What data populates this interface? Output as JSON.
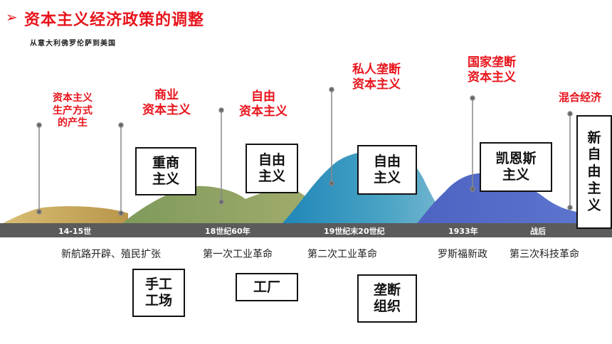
{
  "header": {
    "arrow": "➢",
    "title": "资本主义经济政策的调整",
    "subtitle": "从意大利佛罗伦萨到美国"
  },
  "stages": [
    {
      "label": "资本主义\n生产方式\n的产生"
    },
    {
      "label": "商业\n资本主义",
      "policy": "重商\n主义",
      "form": "手工\n工场"
    },
    {
      "label": "自由\n资本主义",
      "policy": "自由\n主义",
      "form": "工厂"
    },
    {
      "label": "私人垄断\n资本主义",
      "policy": "自由\n主义",
      "form": "垄断\n组织"
    },
    {
      "label": "国家垄断\n资本主义",
      "policy": "凯恩斯\n主义"
    },
    {
      "label": "混合经济",
      "policy": "新\n自\n由\n主\n义"
    }
  ],
  "timeline": {
    "periods": [
      "14-15世",
      "18世纪60年",
      "19世纪末20世纪",
      "1933年",
      "战后"
    ],
    "events": [
      "新航路开辟、殖民扩张",
      "第一次工业革命",
      "第二次工业革命",
      "罗斯福新政",
      "第三次科技革命"
    ]
  },
  "colors": {
    "accent_red": "#e8141c",
    "band": "#5b5b5b",
    "mountain_gold": "#c8a85a",
    "mountain_olive": "#8a9a5a",
    "mountain_teal": "#2f8fb0",
    "mountain_blue": "#4a66c0"
  }
}
